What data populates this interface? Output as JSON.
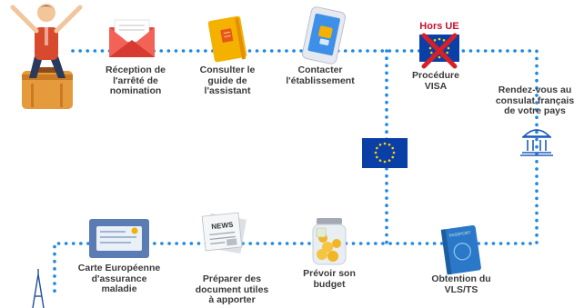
{
  "steps": {
    "reception": "Réception de\nl'arrêté de\nnomination",
    "guide": "Consulter le\nguide de\nl'assistant",
    "contact": "Contacter\nl'établissement",
    "visa": "Procédure\nVISA",
    "hors_ue": "Hors UE",
    "consulat": "Rendez-vous au\nconsulat français\nde votre pays",
    "vls": "Obtention du\nVLS/TS",
    "budget": "Prévoir son\nbudget",
    "documents": "Préparer des\ndocument utiles\nà apporter",
    "carte": "Carte Européenne\nd'assurance\nmaladie"
  },
  "newspaper_text": "NEWS",
  "passport_text": "PASSPORT",
  "colors": {
    "path": "#1e88e5",
    "label": "#3a3a3a",
    "eu_blue": "#0a3fa8",
    "eu_star": "#ffd200",
    "red_cross": "#d81f26",
    "envelope": "#e8453c",
    "guide_book": "#f5b100",
    "phone_screen": "#3d8fe8",
    "passport": "#2a78c7",
    "card": "#5b7bb5"
  }
}
